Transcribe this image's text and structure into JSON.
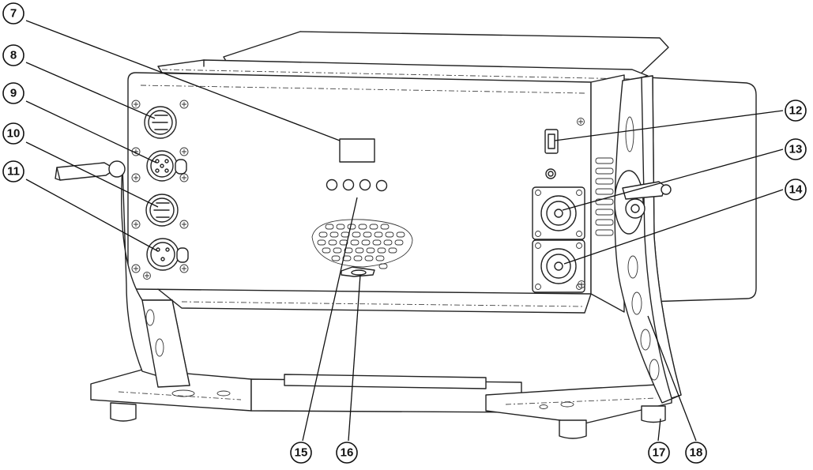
{
  "callouts": [
    {
      "id": "7",
      "label": "7"
    },
    {
      "id": "8",
      "label": "8"
    },
    {
      "id": "9",
      "label": "9"
    },
    {
      "id": "10",
      "label": "10"
    },
    {
      "id": "11",
      "label": "11"
    },
    {
      "id": "12",
      "label": "12"
    },
    {
      "id": "13",
      "label": "13"
    },
    {
      "id": "14",
      "label": "14"
    },
    {
      "id": "15",
      "label": "15"
    },
    {
      "id": "16",
      "label": "16"
    },
    {
      "id": "17",
      "label": "17"
    },
    {
      "id": "18",
      "label": "18"
    }
  ],
  "colors": {
    "line": "#222222",
    "background": "#ffffff"
  }
}
